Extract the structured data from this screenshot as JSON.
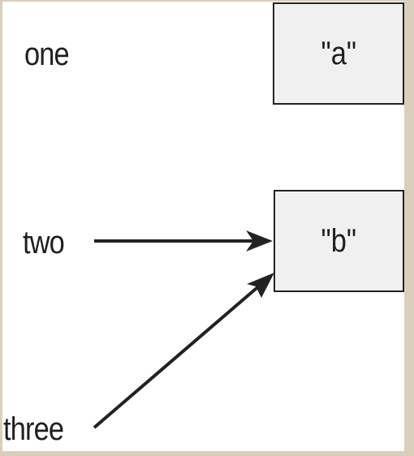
{
  "variables": {
    "one": "one",
    "two": "two",
    "three": "three"
  },
  "values": {
    "a": "\"a\"",
    "b": "\"b\""
  },
  "colors": {
    "stroke": "#222222",
    "box_fill": "#f0f0f0",
    "frame": "#d9d0bc",
    "text": "#1f1f1f"
  }
}
